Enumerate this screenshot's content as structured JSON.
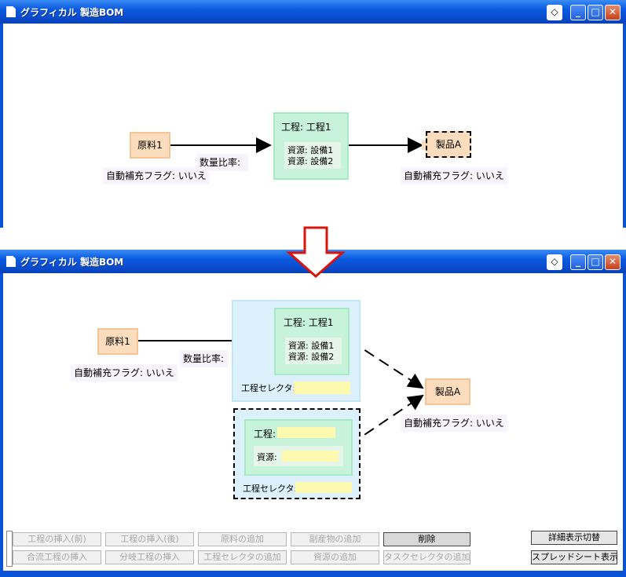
{
  "window_title": "グラフィカル 製造BOM",
  "title_buttons": {
    "diamond": "◇",
    "minimize": "_",
    "maximize": "□",
    "close": "✕"
  },
  "before": {
    "material": "原料1",
    "material_flag": "自動補充フラグ: いいえ",
    "ratio": "数量比率:",
    "process": "工程: 工程1",
    "resources": [
      "資源: 設備1",
      "資源: 設備2"
    ],
    "product": "製品A",
    "product_flag": "自動補充フラグ: いいえ"
  },
  "after": {
    "material": "原料1",
    "material_flag": "自動補充フラグ: いいえ",
    "ratio": "数量比率:",
    "process": "工程: 工程1",
    "resources": [
      "資源: 設備1",
      "資源: 設備2"
    ],
    "selector1": "工程セレクタ:",
    "new_process": "工程:",
    "new_resource": "資源:",
    "selector2": "工程セレクタ:",
    "product": "製品A",
    "product_flag": "自動補充フラグ: いいえ"
  },
  "toolbar": {
    "row1": [
      "工程の挿入(前)",
      "工程の挿入(後)",
      "原料の追加",
      "副産物の追加",
      "削除"
    ],
    "row2": [
      "合流工程の挿入",
      "分岐工程の挿入",
      "工程セレクタの追加",
      "資源の追加",
      "タスクセレクタの追加"
    ],
    "detail_toggle": "詳細表示切替",
    "spreadsheet": "スプレッドシート表示"
  },
  "colors": {
    "accent": "#0a53d8",
    "arrow": "#d8140c"
  }
}
